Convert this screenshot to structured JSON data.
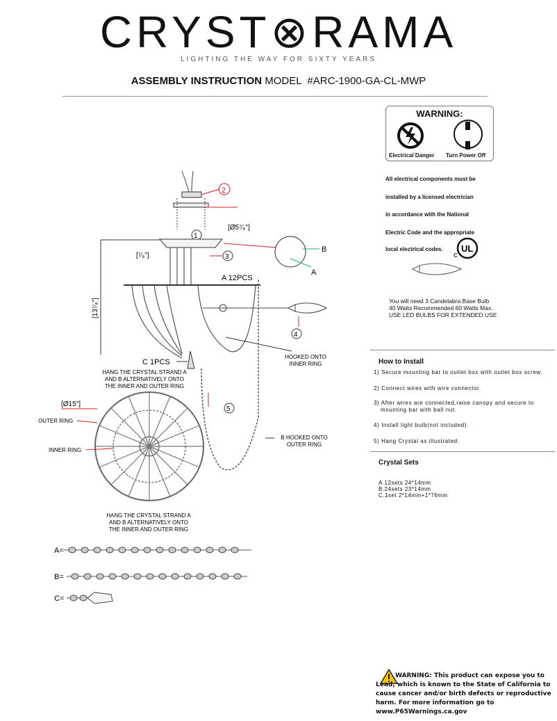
{
  "header": {
    "logo_text": "CRYST⊗RAMA",
    "tagline": "LIGHTING THE WAY FOR SIXTY YEARS",
    "title_bold": "ASSEMBLY INSTRUCTION",
    "title_model_label": "MODEL",
    "title_model": "#ARC-1900-GA-CL-MWP"
  },
  "warning_box": {
    "title": "WARNING:",
    "left_label": "Electrical Danger",
    "right_label": "Turn Power Off"
  },
  "electrical_notice": [
    "All electrical components must be",
    "installed by a licensed electrician",
    "in accordance with the National",
    "Electric Code and the appropriate",
    "local electrical codes."
  ],
  "bulb_note": [
    "You will need 3 Candelabra Base Bulb",
    "40 Watts Recommended 60 Watts Max.",
    "USE LED BULBS FOR EXTENDED USE"
  ],
  "how_to_install": {
    "title": "How to Install",
    "steps": [
      "1) Secure mounting bar to outlet box with outlet box screw.",
      "2) Connect wires with wire connector.",
      "3) After wires are connected,raise canopy and secure to",
      "mounting bar with ball nut.",
      "4) Install light bulb(not included).",
      "5) Hang Crystal as illustrated."
    ]
  },
  "crystal_sets": {
    "title": "Crystal Sets",
    "items": [
      "A.12sets 24*14mm",
      "B.24sets 23*14mm",
      "C.1set     2*14mm+1*76mm"
    ]
  },
  "diagram": {
    "dim_top": "[Ø5⁷⁄₈\"]",
    "dim_side_small": "[⁷⁄₈\"]",
    "dim_height": "[13⁷⁄₈\"]",
    "dim_diameter": "[Ø15\"]",
    "step_1": "1",
    "step_2": "2",
    "step_3": "3",
    "step_4": "4",
    "step_5": "5",
    "label_a12": "A 12PCS",
    "label_c1": "C 1PCS",
    "label_b_detail": "B",
    "label_a_detail": "A",
    "hooked_inner": [
      "HOOKED ONTO",
      "INNER RING"
    ],
    "hang_top": [
      "HANG THE CRYSTAL STRAND A",
      "AND B ALTERNATIVELY ONTO",
      "THE INNER AND OUTER RING"
    ],
    "outer_ring": "OUTER RING",
    "inner_ring": "INNER RING",
    "b_hooked_outer": [
      "B HOOKED ONTO",
      "OUTER RING"
    ],
    "hang_bottom": [
      "HANG THE CRYSTAL STRAND A",
      "AND B ALTERNATIVELY ONTO",
      "THE INNER AND OUTER RING"
    ],
    "strand_a": "A=",
    "strand_b": "B=",
    "strand_c": "C="
  },
  "ul_mark": {
    "c": "c",
    "ul": "UL"
  },
  "prop65": {
    "text": "WARNING: This product can expose you to Lead, which is known to the State of California to cause cancer and/or birth defects or reproductive harm. For more information go to www.P65Warnings.ca.gov"
  },
  "colors": {
    "accent_red": "#cc2222",
    "line_gray": "#888888",
    "warning_yellow": "#f4c20d"
  }
}
